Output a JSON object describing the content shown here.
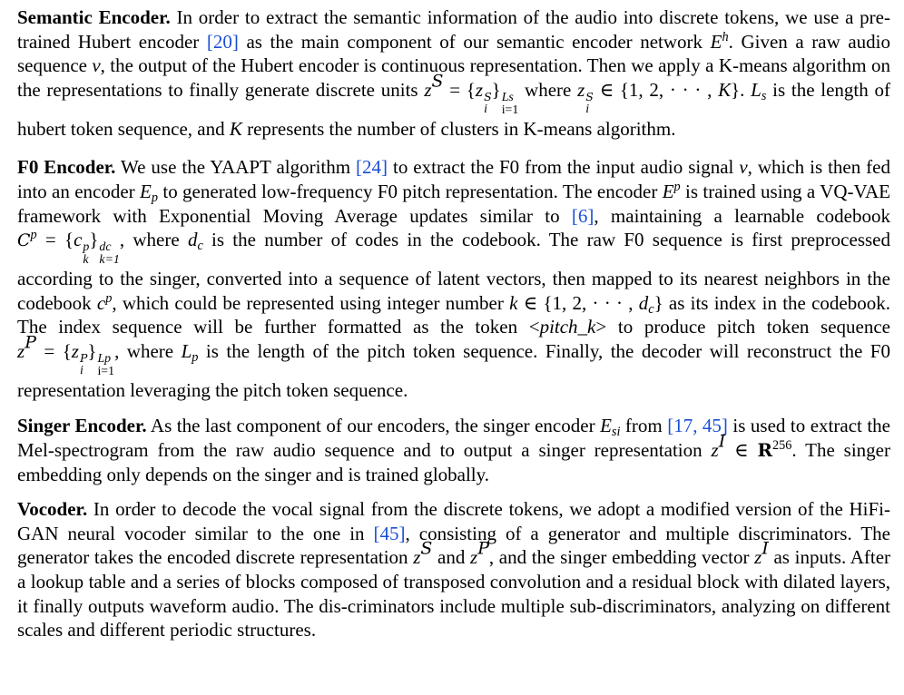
{
  "sections": [
    {
      "heading": "Semantic Encoder.",
      "segments": [
        " In order to extract the semantic information of the audio into discrete tokens, we use a pre-trained Hubert encoder ",
        "[20]",
        " as the main component of our semantic encoder network ",
        "E",
        "h",
        ". Given a raw audio sequence ",
        "v",
        ", the output of the Hubert encoder is continuous representation. Then we apply a K-means algorithm on the representations to finally generate discrete units ",
        "z",
        "S",
        " = {",
        "z",
        "S",
        "i",
        "}",
        "Ls",
        "i=1",
        " where ",
        "z",
        "S",
        "i",
        " ∈ {1, 2, · · · , ",
        "K",
        "}. ",
        "L",
        "s",
        " is the length of hubert token sequence, and ",
        "K",
        " represents the number of clusters in K-means algorithm."
      ]
    },
    {
      "heading": "F0 Encoder.",
      "segments": [
        " We use the YAAPT algorithm ",
        "[24]",
        " to extract the F0 from the input audio signal ",
        "v",
        ", which is then fed into an encoder ",
        "E",
        "p",
        " to generated low-frequency F0 pitch representation. The encoder ",
        "E",
        "p",
        " is trained using a VQ-VAE framework with Exponential Moving Average updates similar to ",
        "[6]",
        ", maintaining a learnable codebook ",
        "C",
        "p",
        " = {",
        "c",
        "p",
        "k",
        "}",
        "dc",
        "k=1",
        ", where ",
        "d",
        "c",
        " is the number of codes in the codebook. The raw F0 sequence is first preprocessed according to the singer, converted into a sequence of latent vectors, then mapped to its nearest neighbors in the codebook ",
        "c",
        "p",
        ", which could be represented using integer number ",
        "k",
        " ∈ {1, 2, · · · , ",
        "d",
        "c",
        "} as its index in the codebook. The index sequence will be further formatted as the token <",
        "pitch_k",
        "> to produce pitch token sequence ",
        "z",
        "P",
        " = {",
        "z",
        "P",
        "i",
        "}",
        "Lp",
        "i=1",
        ", where ",
        "L",
        "p",
        " is the length of the pitch token sequence. Finally, the decoder will reconstruct the F0 representation leveraging the pitch token sequence."
      ]
    },
    {
      "heading": "Singer Encoder.",
      "segments": [
        " As the last component of our encoders, the singer encoder ",
        "E",
        "si",
        " from ",
        "[17, 45]",
        " is used to extract the Mel-spectrogram from the raw audio sequence and to output a singer representation ",
        "z",
        "I",
        " ∈ ",
        "R",
        "256",
        ". The singer embedding only depends on the singer and is trained globally."
      ]
    },
    {
      "heading": "Vocoder.",
      "segments": [
        " In order to decode the vocal signal from the discrete tokens, we adopt a modified version of the HiFi-GAN neural vocoder similar to the one in ",
        "[45]",
        ", consisting of a generator and multiple discriminators. The generator takes the encoded discrete representation ",
        "z",
        "S",
        " and ",
        "z",
        "P",
        ", and the singer embedding vector ",
        "z",
        "I",
        " as inputs. After a lookup table and a series of blocks composed of transposed convolution and a residual block with dilated layers, it finally outputs waveform audio. The dis-",
        "criminators include multiple sub-discriminators, analyzing on different scales and different periodic structures."
      ]
    }
  ]
}
